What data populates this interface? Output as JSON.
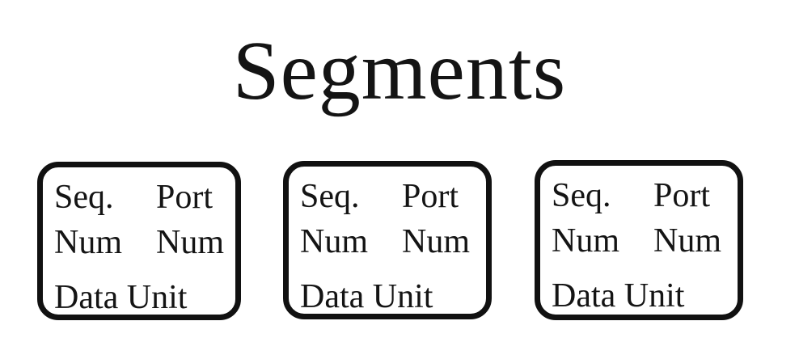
{
  "title": "Segments",
  "segments": [
    {
      "seq_label": "Seq.",
      "seq_num_label": "Num",
      "port_label": "Port",
      "port_num_label": "Num",
      "data_label": "Data Unit"
    },
    {
      "seq_label": "Seq.",
      "seq_num_label": "Num",
      "port_label": "Port",
      "port_num_label": "Num",
      "data_label": "Data Unit"
    },
    {
      "seq_label": "Seq.",
      "seq_num_label": "Num",
      "port_label": "Port",
      "port_num_label": "Num",
      "data_label": "Data Unit"
    }
  ],
  "colors": {
    "ink": "#111111",
    "background": "#ffffff"
  }
}
